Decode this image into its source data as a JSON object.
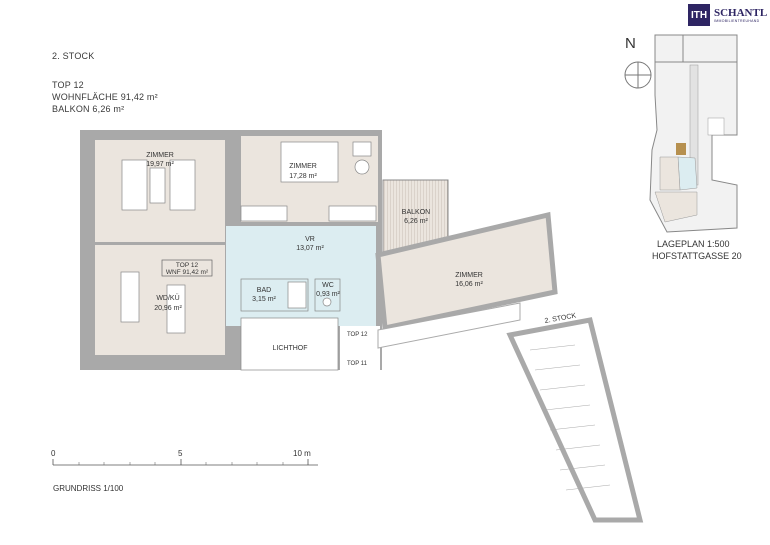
{
  "header": {
    "floor": "2. STOCK",
    "unit": "TOP  12",
    "living_area": "WOHNFLÄCHE 91,42 m²",
    "balcony_area": "BALKON 6,26 m²"
  },
  "brand": {
    "logo_text": "ITH",
    "name": "SCHANTL",
    "subtitle": "IMMOBILIENTREUHAND"
  },
  "site_plan": {
    "north": "N",
    "scale": "LAGEPLAN 1:500",
    "address": "HOFSTATTGASSE 20"
  },
  "rooms": {
    "zimmer1": {
      "name": "ZIMMER",
      "area": "19,97 m²"
    },
    "zimmer2": {
      "name": "ZIMMER",
      "area": "17,28 m²"
    },
    "balkon": {
      "name": "BALKON",
      "area": "6,26 m²"
    },
    "vr": {
      "name": "VR",
      "area": "13,07 m²"
    },
    "wdku": {
      "name": "WD/KÜ",
      "area": "20,96 m²"
    },
    "bad": {
      "name": "BAD",
      "area": "3,15 m²"
    },
    "wc": {
      "name": "WC",
      "area": "0,93 m²"
    },
    "zimmer3": {
      "name": "ZIMMER",
      "area": "16,06 m²"
    },
    "lichthof": {
      "name": "LICHTHOF"
    }
  },
  "unit_label": {
    "line1": "TOP 12",
    "line2": "WNF 91,42 m²"
  },
  "doors": {
    "top12": "TOP 12",
    "top11": "TOP 11"
  },
  "stair_label": "2. STOCK",
  "scale_bar": {
    "ticks": [
      "0",
      "5",
      "10 m"
    ],
    "caption": "GRUNDRISS 1/100"
  },
  "colors": {
    "room": "#ebe5de",
    "wall": "#a9a9a9",
    "hall": "#dcedf1",
    "brand": "#2e2563"
  }
}
